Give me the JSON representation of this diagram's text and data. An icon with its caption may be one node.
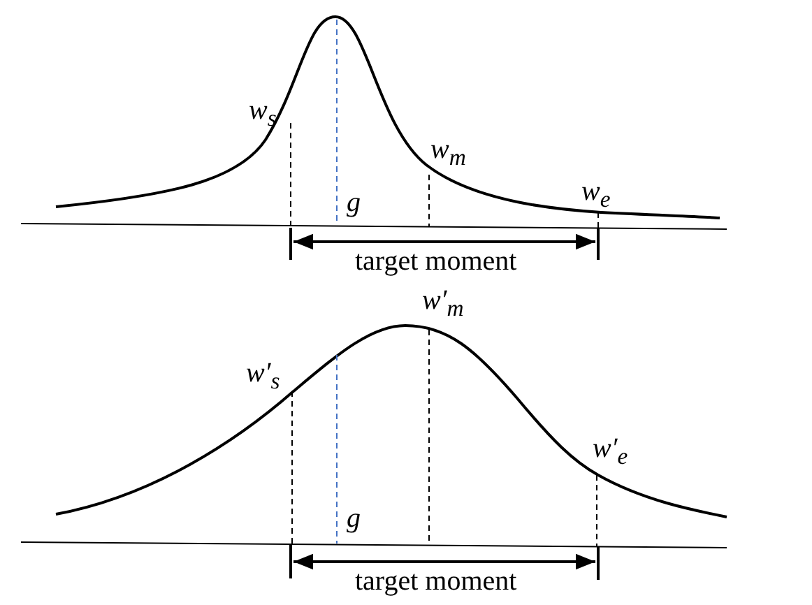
{
  "diagram": {
    "labels": [
      "w$_{s}$",
      "w$_{m}$",
      "g",
      "w$_{e}$",
      "target moment",
      "w′$_{m}$",
      "w′$_{s}$",
      "w′$_{e}$",
      "g",
      "target moment"
    ]
  }
}
